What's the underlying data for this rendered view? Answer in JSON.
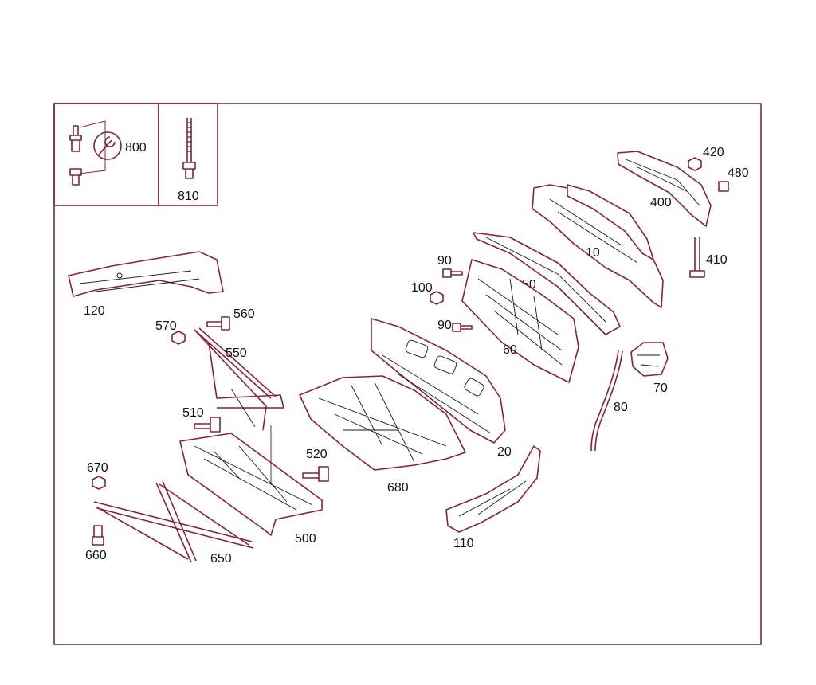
{
  "inset": {
    "kit_label": "800",
    "bolt_label": "810"
  },
  "callouts": {
    "p10": "10",
    "p20": "20",
    "p50": "50",
    "p60": "60",
    "p70": "70",
    "p80": "80",
    "p90a": "90",
    "p90b": "90",
    "p100": "100",
    "p110": "110",
    "p120": "120",
    "p400": "400",
    "p410": "410",
    "p420": "420",
    "p480": "480",
    "p500": "500",
    "p510": "510",
    "p520": "520",
    "p550": "550",
    "p560": "560",
    "p570": "570",
    "p650": "650",
    "p660": "660",
    "p670": "670",
    "p680": "680"
  },
  "icons": {
    "kit": "wrench-icon"
  },
  "colors": {
    "line": "#8a1f3c",
    "frame": "#7a1a33",
    "text": "#111111"
  }
}
